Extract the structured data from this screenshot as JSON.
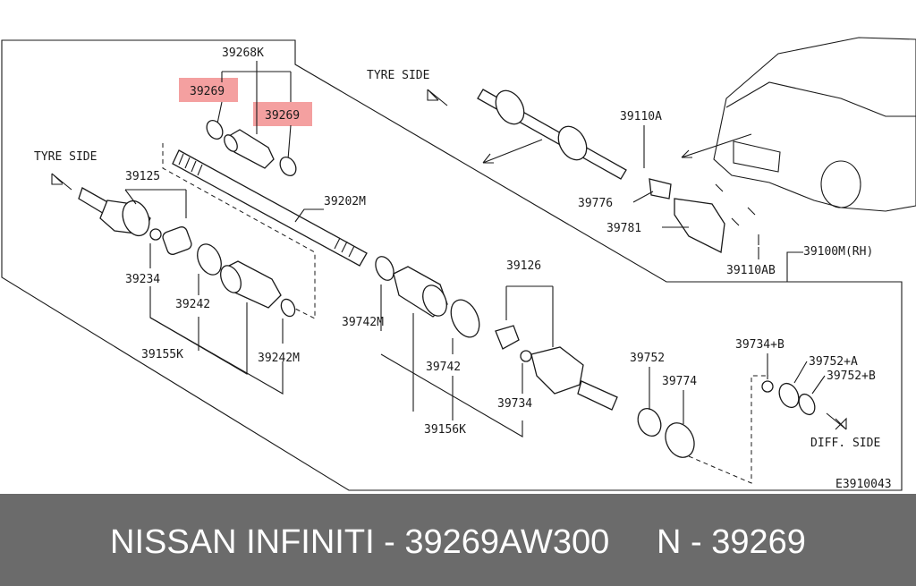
{
  "diagram": {
    "labels": {
      "p39268k": "39268K",
      "p39269a": "39269",
      "p39269b": "39269",
      "tyre_side_top": "TYRE SIDE",
      "tyre_side_left": "TYRE SIDE",
      "p39125": "39125",
      "p39202m": "39202M",
      "p39110a": "39110A",
      "p39776": "39776",
      "p39781": "39781",
      "p39110ab": "39110AB",
      "p39100m": "39100M(RH)",
      "p39234": "39234",
      "p39242": "39242",
      "p39155k": "39155K",
      "p39242m": "39242M",
      "p39742m": "39742M",
      "p39742": "39742",
      "p39126": "39126",
      "p39734": "39734",
      "p39156k": "39156K",
      "p39752": "39752",
      "p39774": "39774",
      "p39734b": "39734+B",
      "p39752a": "39752+A",
      "p39752b": "39752+B",
      "diff_side": "DIFF. SIDE",
      "code": "E3910043"
    },
    "highlight_color": "#f08080"
  },
  "banner": {
    "text": "NISSAN INFINITI - 39269AW300     N - 39269"
  }
}
